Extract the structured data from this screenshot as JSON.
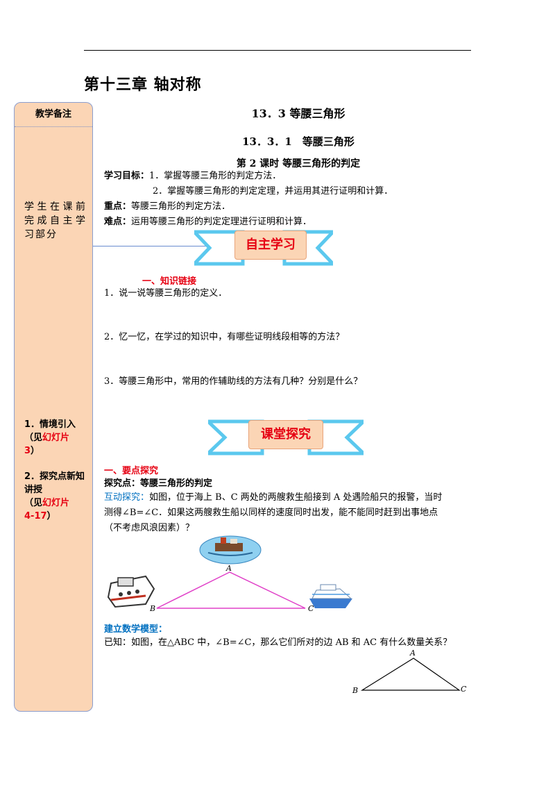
{
  "chapter_title": "第十三章 轴对称",
  "sidebar": {
    "header": "教学备注",
    "note": "学生在课前完成自主学习部分",
    "step1_num": "1",
    "step1_label": "．情境引入",
    "step1_ref_open": "（见",
    "step1_ref": "幻灯片",
    "step1_ref_num": "3",
    "step1_ref_close": "）",
    "step2_num": "2",
    "step2_label": "．探究点新知讲授",
    "step2_ref_open": "（见",
    "step2_ref": "幻灯片",
    "step2_ref_num": "4-17",
    "step2_ref_close": "）"
  },
  "section_title": "13．3 等腰三角形",
  "subsection_title": "13．3．1　等腰三角形",
  "lesson_title": "第 2 课时 等腰三角形的判定",
  "objectives": {
    "label": "学习目标：",
    "item1": "1．掌握等腰三角形的判定方法．",
    "item2": "2．掌握等腰三角形的判定定理，并运用其进行证明和计算．"
  },
  "key_point": {
    "label": "重点：",
    "text": "等腰三角形的判定方法．"
  },
  "difficulty": {
    "label": "难点：",
    "text": "运用等腰三角形的判定定理进行证明和计算．"
  },
  "banner_self_study": "自主学习",
  "knowledge_link": {
    "heading": "一、知识链接",
    "q1": "1．说一说等腰三角形的定义．",
    "q2": "2．忆一忆，在学过的知识中，有哪些证明线段相等的方法？",
    "q3": "3．等腰三角形中，常用的作辅助线的方法有几种？分别是什么？"
  },
  "banner_class_explore": "课堂探究",
  "explore": {
    "heading": "一、要点探究",
    "point": "探究点：等腰三角形的判定",
    "interactive_label": "互动探究：",
    "interactive_line1": "如图，位于海上 B、C 两处的两艘救生船接到 A 处遇险船只的报警，当时",
    "interactive_line2": "测得∠B=∠C．如果这两艘救生船以同样的速度同时出发，能不能同时赶到出事地点",
    "interactive_line3": "（不考虑风浪因素）？",
    "model_label": "建立数学模型：",
    "model_text": "已知：如图，在△ABC 中，∠B=∠C，那么它们所对的边 AB 和 AC 有什么数量关系？"
  },
  "figure1_labels": {
    "a": "A",
    "b": "B",
    "c": "C"
  },
  "figure2_labels": {
    "a": "A",
    "b": "B",
    "c": "C"
  },
  "colors": {
    "accent_red": "#e60012",
    "accent_blue": "#0070c0",
    "sidebar_bg": "#fbd5b5",
    "banner_blue": "#5bc8ee",
    "triangle_pink": "#e040c8"
  }
}
